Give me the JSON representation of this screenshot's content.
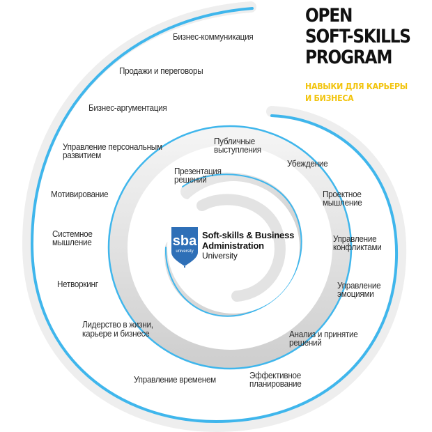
{
  "colors": {
    "accent_blue": "#3fb6ec",
    "title_black": "#111111",
    "subtitle_yellow": "#f2c40d",
    "logo_blue": "#2e6fb7",
    "ring_gray": "#d9d9d9"
  },
  "header": {
    "title_lines": [
      "OPEN",
      "SOFT-SKILLS",
      "PROGRAM"
    ],
    "subtitle_lines": [
      "НАВЫКИ ДЛЯ КАРЬЕРЫ",
      "И БИЗНЕСА"
    ]
  },
  "outer_ring": [
    {
      "text": "Бизнес-коммуникация"
    },
    {
      "text": "Продажи и переговоры"
    },
    {
      "text": "Бизнес-аргументация"
    },
    {
      "text": "Управление персональным\nразвитием"
    },
    {
      "text": "Мотивирование"
    },
    {
      "text": "Системное\nмышление"
    },
    {
      "text": "Нетворкинг"
    },
    {
      "text": "Лидерство в жизни,\nкарьере и бизнесе"
    },
    {
      "text": "Управление временем"
    },
    {
      "text": "Эффективное\nпланирование"
    }
  ],
  "inner_ring": [
    {
      "text": "Публичные\nвыступления"
    },
    {
      "text": "Презентация\nрешений"
    },
    {
      "text": "Убеждение"
    },
    {
      "text": "Проектное\nмышление"
    },
    {
      "text": "Управление\nконфликтами"
    },
    {
      "text": "Управление\nэмоциями"
    },
    {
      "text": "Анализ и принятие\nрешений"
    }
  ],
  "logo": {
    "mark": "sba",
    "mark_sub": "university",
    "line1": "Soft-skills & Business",
    "line2": "Administration",
    "line3": "University",
    "icon": "sba-balloon-logo-icon"
  }
}
